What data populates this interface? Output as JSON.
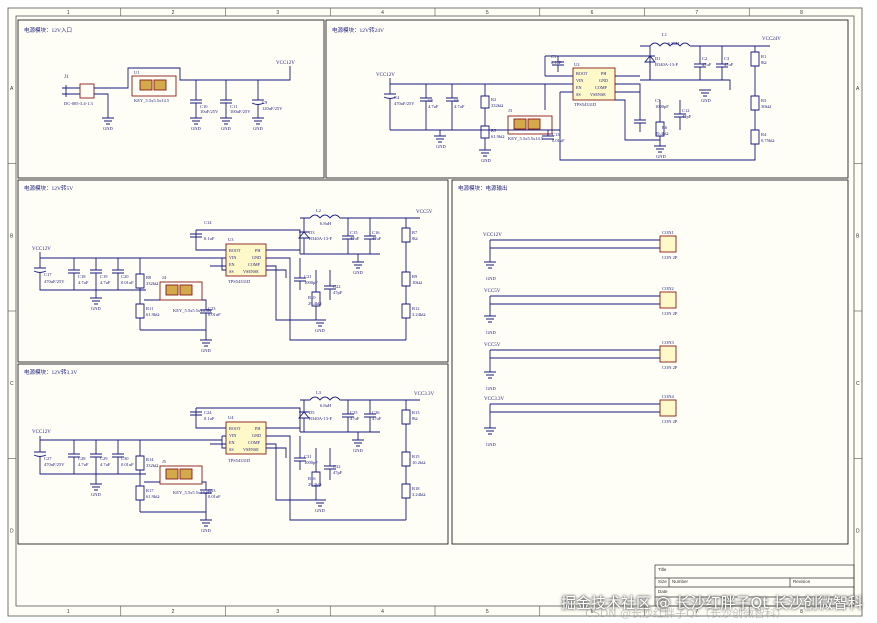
{
  "grid": {
    "columns": [
      "1",
      "2",
      "3",
      "4",
      "5",
      "6",
      "7",
      "8"
    ],
    "rows": [
      "A",
      "B",
      "C",
      "D"
    ]
  },
  "sections": {
    "in12": "电源模块：12V入口",
    "buck24": "电源模块：12V转24V",
    "buck5": "电源模块：12V转5V",
    "out": "电源模块：电源输出",
    "buck33": "电源模块：12V转3.3V"
  },
  "nets": {
    "vcc12": "VCC12V",
    "vcc24": "VCC24V",
    "vcc5": "VCC5V",
    "vcc33": "VCC3.3V",
    "gnd": "GND"
  },
  "in12": {
    "j1_ref": "J1",
    "j1_val": "DC-005-3.4-1.3",
    "u1_ref": "U1",
    "sw_val": "KEY_5.5x5.5x14.5",
    "c10": [
      "C10",
      "10uF/25V"
    ],
    "c11": [
      "C11",
      "100uF/25V"
    ],
    "c9": [
      "C9",
      "120uF/25V"
    ]
  },
  "buck24": {
    "u2_ref": "U2",
    "u2_val": "TPS54331D",
    "l1": [
      "L1",
      "6.8uH"
    ],
    "d1": [
      "D1",
      "B340A-13-F"
    ],
    "c1": [
      "C1",
      "0.1uF"
    ],
    "c2": [
      "C2",
      "47uF"
    ],
    "c3": [
      "C3",
      "47uF"
    ],
    "c4": [
      "C4",
      "470uF/25V"
    ],
    "c5": [
      "C5",
      "4.7uF"
    ],
    "c6": [
      "C6",
      "4.7uF"
    ],
    "c7": [
      "C7",
      "1000pF"
    ],
    "c12": [
      "C12",
      "47pF"
    ],
    "c13": [
      "C13",
      "0.01uF"
    ],
    "r1": [
      "R1",
      "8Ω"
    ],
    "r2": [
      "R2",
      "332kΩ"
    ],
    "r3": [
      "R3",
      "30kΩ"
    ],
    "r4": [
      "R4",
      "0.75kΩ"
    ],
    "r5": [
      "R5",
      "61.9kΩ"
    ],
    "r6": [
      "R6",
      "29.4kΩ"
    ],
    "sw_ref": "J3",
    "sw_val": "KEY_5.5x5.5x14.5"
  },
  "buck5": {
    "u_ref": "U3",
    "u_val": "TPS54331D",
    "l": [
      "L2",
      "6.8uH"
    ],
    "d": [
      "D3",
      "B340A-13-F"
    ],
    "c14": [
      "C14",
      "0.1uF"
    ],
    "c15": [
      "C15",
      "47uF"
    ],
    "c16": [
      "C16",
      "47uF"
    ],
    "c17": [
      "C17",
      "470uF/25V"
    ],
    "c18": [
      "C18",
      "4.7uF"
    ],
    "c19": [
      "C19",
      "4.7uF"
    ],
    "c20": [
      "C20",
      "0.01uF"
    ],
    "c21": [
      "C21",
      "1000pF"
    ],
    "c22": [
      "C22",
      "47pF"
    ],
    "c23": [
      "C23",
      "0.01uF"
    ],
    "r7": [
      "R7",
      "8Ω"
    ],
    "r8": [
      "R8",
      "332kΩ"
    ],
    "r9": [
      "R9",
      "10kΩ"
    ],
    "r10": [
      "R10",
      "29.4kΩ"
    ],
    "r11": [
      "R11",
      "61.9kΩ"
    ],
    "r12": [
      "R12",
      "3.24kΩ"
    ],
    "sw_ref": "J4",
    "sw_val": "KEY_5.5x5.5x14.5B"
  },
  "buck33": {
    "u_ref": "U4",
    "u_val": "TPS54331D",
    "l": [
      "L3",
      "6.8uH"
    ],
    "d": [
      "D5",
      "B340A-13-F"
    ],
    "c24": [
      "C24",
      "0.1uF"
    ],
    "c25": [
      "C25",
      "47uF"
    ],
    "c26": [
      "C26",
      "47uF"
    ],
    "c27": [
      "C27",
      "470uF/25V"
    ],
    "c28": [
      "C28",
      "4.7uF"
    ],
    "c29": [
      "C29",
      "4.7uF"
    ],
    "c30": [
      "C30",
      "0.01uF"
    ],
    "c31": [
      "C31",
      "1000pF"
    ],
    "c32": [
      "C32",
      "47pF"
    ],
    "c33": [
      "C33",
      "0.01uF"
    ],
    "r13": [
      "R13",
      "8Ω"
    ],
    "r14": [
      "R14",
      "332kΩ"
    ],
    "r15": [
      "R15",
      "10.2kΩ"
    ],
    "r16": [
      "R16",
      "29.4kΩ"
    ],
    "r17": [
      "R17",
      "61.9kΩ"
    ],
    "r18": [
      "R18",
      "3.24kΩ"
    ],
    "sw_ref": "J5",
    "sw_val": "KEY_5.5x5.5x14.5B"
  },
  "ic_pins": {
    "l1": "BOOT",
    "l2": "VIN",
    "l3": "EN",
    "l4": "SS",
    "r1": "PH",
    "r2": "GND",
    "r3": "COMP",
    "r4": "VSENSE"
  },
  "connectors": [
    {
      "ref": "CON1",
      "val": "CON 2P",
      "net": "VCC12V"
    },
    {
      "ref": "CON2",
      "val": "CON 2P",
      "net": "VCC5V"
    },
    {
      "ref": "CON3",
      "val": "CON 2P",
      "net": "VCC5V"
    },
    {
      "ref": "CON4",
      "val": "CON 2P",
      "net": "VCC3.3V"
    }
  ],
  "title_block": {
    "title": "Title",
    "size": "Size",
    "number": "Number",
    "revision": "Revision",
    "date": "Date",
    "file": "File"
  },
  "watermark": "掘金技术社区 @ 长沙红胖子Qt  长沙创微智科",
  "watermark2": "CSDN @长沙红胖子Qt（长沙创微智科）"
}
